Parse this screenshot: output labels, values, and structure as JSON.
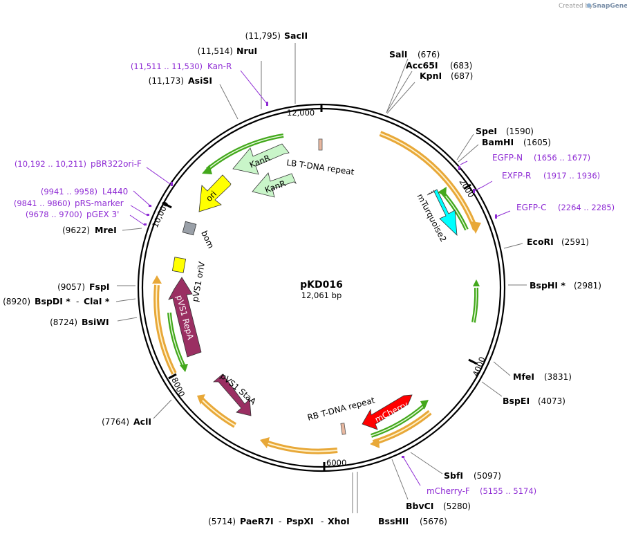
{
  "credit": {
    "prefix": "Created by",
    "brand": "SnapGene"
  },
  "plasmid": {
    "name": "pKD016",
    "length_label": "12,061 bp"
  },
  "ticks": [
    "12,000",
    "2000",
    "4000",
    "6000",
    "8000",
    "10,000"
  ],
  "sites": {
    "sacII": {
      "pos": "(11,795)",
      "name": "SacII"
    },
    "nruI": {
      "pos": "(11,514)",
      "name": "NruI"
    },
    "asiSI": {
      "pos": "(11,173)",
      "name": "AsiSI"
    },
    "salI": {
      "name": "SalI",
      "pos": "(676)"
    },
    "acc65I": {
      "name": "Acc65I",
      "pos": "(683)"
    },
    "kpnI": {
      "name": "KpnI",
      "pos": "(687)"
    },
    "speI": {
      "name": "SpeI",
      "pos": "(1590)"
    },
    "bamHI": {
      "name": "BamHI",
      "pos": "(1605)"
    },
    "ecoRI": {
      "name": "EcoRI",
      "pos": "(2591)"
    },
    "bspHI": {
      "name": "BspHI *",
      "pos": "(2981)"
    },
    "mfeI": {
      "name": "MfeI",
      "pos": "(3831)"
    },
    "bspEI": {
      "name": "BspEI",
      "pos": "(4073)"
    },
    "sbfI": {
      "name": "SbfI",
      "pos": "(5097)"
    },
    "bbvCI": {
      "name": "BbvCI",
      "pos": "(5280)"
    },
    "bssHII": {
      "name": "BssHII",
      "pos": "(5676)"
    },
    "paeR7I": {
      "pos": "(5714)",
      "name1": "PaeR7I",
      "sep1": "-",
      "name2": "PspXI",
      "sep2": "-",
      "name3": "XhoI"
    },
    "aclI": {
      "pos": "(7764)",
      "name": "AclI"
    },
    "bsiWI": {
      "pos": "(8724)",
      "name": "BsiWI"
    },
    "bspDI": {
      "pos": "(8920)",
      "name1": "BspDI *",
      "sep": "-",
      "name2": "ClaI *"
    },
    "fspI": {
      "pos": "(9057)",
      "name": "FspI"
    },
    "mreI": {
      "pos": "(9622)",
      "name": "MreI"
    }
  },
  "primers": {
    "kanR": {
      "range": "(11,511 .. 11,530)",
      "name": "Kan-R"
    },
    "pBR322": {
      "range": "(10,192 .. 10,211)",
      "name": "pBR322ori-F"
    },
    "l4440": {
      "range": "(9941 .. 9958)",
      "name": "L4440"
    },
    "pRS": {
      "range": "(9841 .. 9860)",
      "name": "pRS-marker"
    },
    "pGEX": {
      "range": "(9678 .. 9700)",
      "name": "pGEX 3'"
    },
    "egfpN": {
      "name": "EGFP-N",
      "range": "(1656 .. 1677)"
    },
    "exfpR": {
      "name": "EXFP-R",
      "range": "(1917 .. 1936)"
    },
    "egfpC": {
      "name": "EGFP-C",
      "range": "(2264 .. 2285)"
    },
    "mcherryF": {
      "name": "mCherry-F",
      "range": "(5155 .. 5174)"
    }
  },
  "features": {
    "lb": "LB T-DNA repeat",
    "rb": "RB T-DNA repeat",
    "kanR1": "KanR",
    "kanR2": "KanR",
    "ori": "ori",
    "bom": "bom",
    "oriV": "pVS1 oriV",
    "repA": "pVS1 RepA",
    "staA": "pVS1 StaA",
    "mTurq": "mTurquoise2",
    "mCherry": "mCherry"
  },
  "colors": {
    "backbone": "#000000",
    "site_line": "#777777",
    "primer": "#8e2bd4",
    "orange": "#e8a838",
    "green": "#43a81c",
    "kanR": "#c9f5c9",
    "ori": "#ffff00",
    "bom": "#9aa0a8",
    "repA": "#9a2f62",
    "mTurq": "#00ffff",
    "mCherry": "#ff0000",
    "tdna": "#e8b8a0"
  }
}
